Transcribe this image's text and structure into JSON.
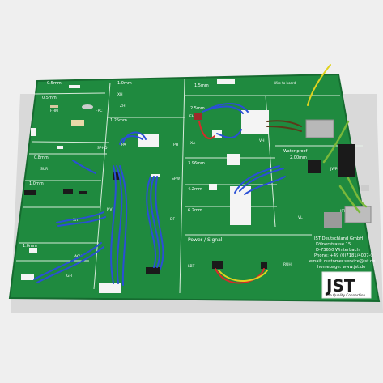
{
  "board": {
    "colors": {
      "background": "#efefef",
      "pcb": "#1f8a3f",
      "pcb_edge": "#166b30",
      "silkscreen": "#ffffff",
      "wire_blue": "#2a4fd6",
      "wire_red": "#d62a2a",
      "wire_yellow": "#e0d21e",
      "wire_green": "#7ab83a",
      "connector_white": "#f4f4f4",
      "connector_black": "#1a1a1a"
    },
    "section_labels": [
      "0.5mm",
      "0.5mm",
      "1.0mm",
      "1.25mm",
      "0.8mm",
      "1.0mm",
      "1.5mm",
      "2.5mm",
      "3.96mm",
      "4.2mm",
      "6.2mm",
      "Power / Signal",
      "Wire to board",
      "Water proof",
      "2.00mm",
      "1.0mm"
    ],
    "series_labels": [
      "FHM",
      "FPC",
      "SUR",
      "SH",
      "PA",
      "XA",
      "EH",
      "VH",
      "XH",
      "JWPF",
      "SPHD",
      "ZH",
      "GH",
      "ACH",
      "PH",
      "DF",
      "NV",
      "SPW",
      "LBT",
      "RUH",
      "JPT",
      "VL"
    ],
    "company_block": {
      "name": "JST Deutschland GmbH",
      "street": "Kölnerstrasse 15",
      "city": "D-73650 Winterbach",
      "phone": "Phone: +49 (0)7181/4007-0",
      "email": "email: customer.service@jst.de",
      "homepage": "homepage: www.jst.de"
    },
    "logo": {
      "text": "JST",
      "tagline": "The Quality Connection"
    }
  }
}
